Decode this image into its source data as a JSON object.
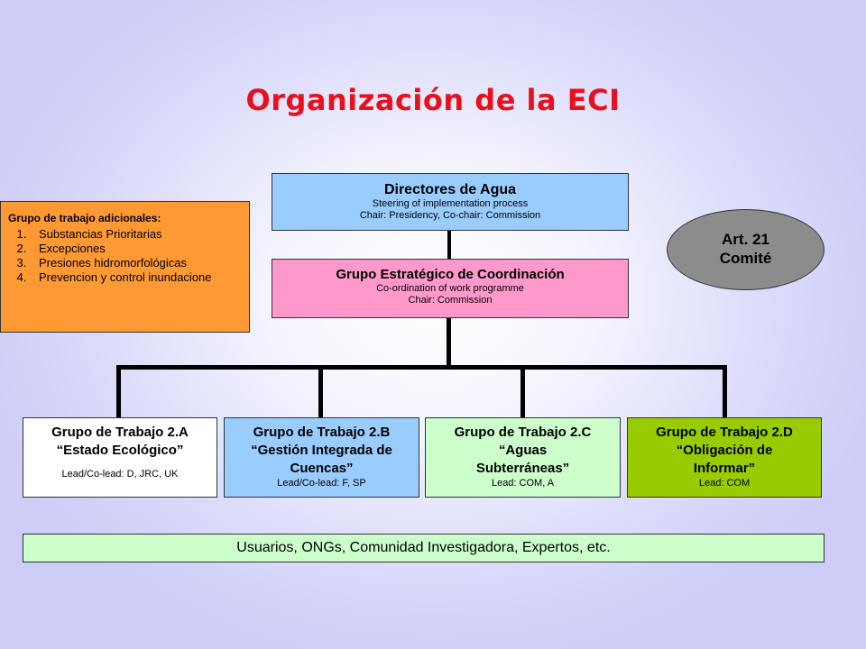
{
  "title": "Organización de la ECI",
  "directores": {
    "name": "Directores de Agua",
    "line1": "Steering of implementation process",
    "line2": "Chair: Presidency, Co-chair: Commission"
  },
  "coordinacion": {
    "name": "Grupo Estratégico de Coordinación",
    "line1": "Co-ordination of work programme",
    "line2": "Chair: Commission"
  },
  "working_groups": [
    {
      "name": "Grupo de Trabajo 2.A",
      "subtitle": "“Estado Ecológico”",
      "lead": "Lead/Co-lead: D, JRC, UK",
      "color": "#ffffff"
    },
    {
      "name": "Grupo de Trabajo 2.B",
      "subtitle": "“Gestión Integrada de Cuencas”",
      "lead": "Lead/Co-lead: F, SP",
      "color": "#99ccff"
    },
    {
      "name": "Grupo de Trabajo 2.C",
      "subtitle": "“Aguas Subterráneas”",
      "lead": "Lead: COM, A",
      "color": "#ccffcc"
    },
    {
      "name": "Grupo de Trabajo 2.D",
      "subtitle": "“Obligación de Informar”",
      "lead": "Lead: COM",
      "color": "#99cc00"
    }
  ],
  "adicionales": {
    "heading": "Grupo de trabajo adicionales:",
    "items": [
      "Substancias Prioritarias",
      "Excepciones",
      "Presiones hidromorfológicas",
      "Prevencion y control inundacione"
    ]
  },
  "art21": {
    "line1": "Art. 21",
    "line2": "Comité"
  },
  "usuarios": "Usuarios, ONGs, Comunidad Investigadora, Expertos, etc.",
  "colors": {
    "title": "#e8101c",
    "directores": "#99ccff",
    "coordinacion": "#ff99cc",
    "adicionales": "#ff9933",
    "art21": "#8c8c8c",
    "usuarios": "#ccffcc"
  }
}
